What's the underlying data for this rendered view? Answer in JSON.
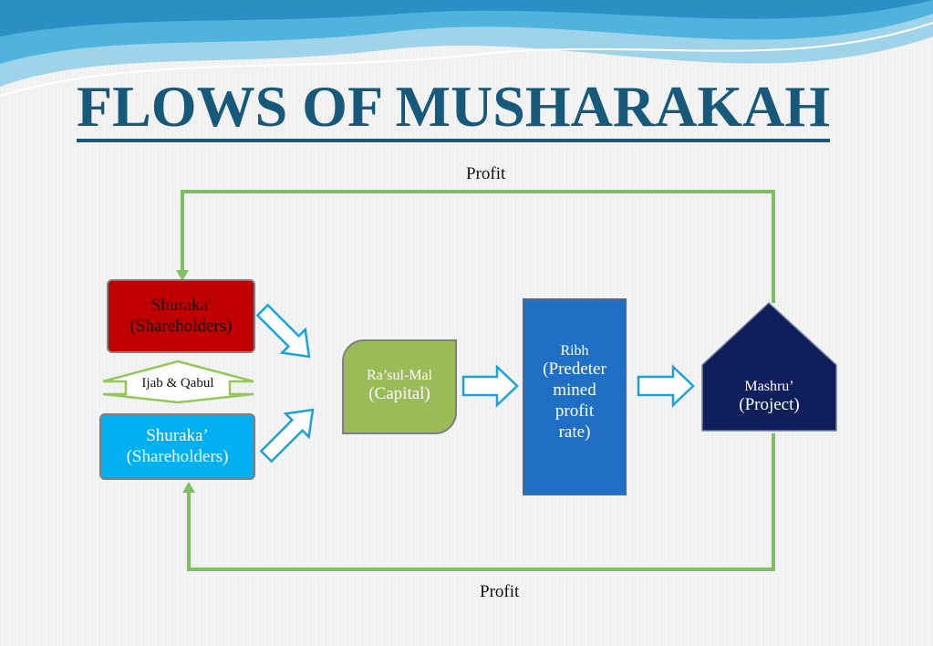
{
  "title": "FLOWS OF MUSHARAKAH",
  "nodes": {
    "shareholders_top": {
      "line1": "Shuraka'",
      "line2": "(Shareholders)",
      "fill": "#c00000"
    },
    "ijab_qabul": {
      "label": "Ijab & Qabul"
    },
    "shareholders_bottom": {
      "line1": "Shuraka’",
      "line2": "(Shareholders)",
      "fill": "#00b0f0"
    },
    "capital": {
      "line1": "Ra’sul-Mal",
      "line2": "(Capital)",
      "fill": "#9bbb59"
    },
    "ribh": {
      "line1": "Ribh",
      "line2": "(Predeter",
      "line3": "mined",
      "line4": "profit",
      "line5": "rate)",
      "fill": "#1f6fc5"
    },
    "project": {
      "line1": "Mashru’",
      "line2": "(Project)",
      "fill": "#0e1f5b"
    }
  },
  "edges": {
    "profit_top": "Profit",
    "profit_bottom": "Profit"
  },
  "colors": {
    "title": "#17597a",
    "flow_line": "#7dc062",
    "arrow_outline": "#1aa3d8"
  }
}
